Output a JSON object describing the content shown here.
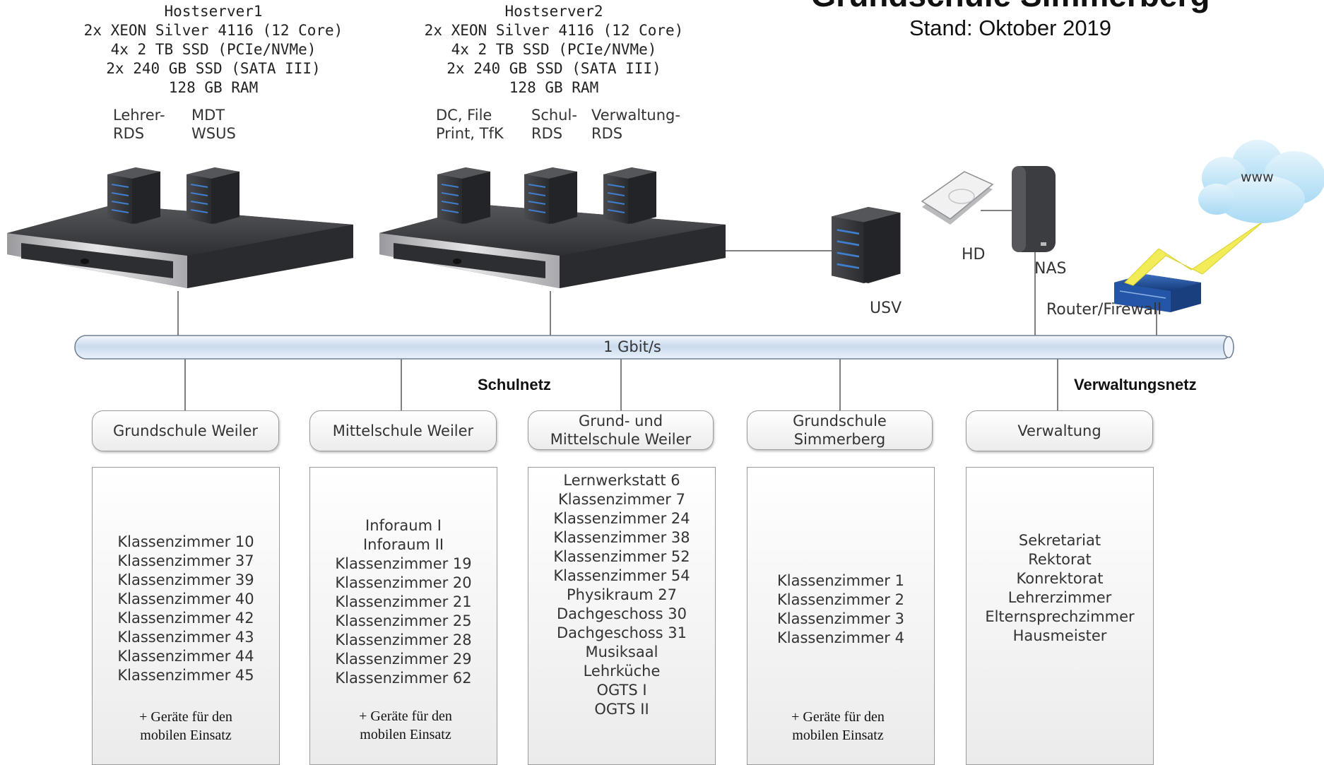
{
  "header": {
    "title": "Grundschule Simmerberg",
    "stand": "Stand: Oktober 2019"
  },
  "servers": [
    {
      "name": "Hostserver1",
      "cpu": "2x XEON Silver 4116 (12 Core)",
      "ssd_nvme": "4x 2 TB SSD (PCIe/NVMe)",
      "ssd_sata": "2x 240 GB SSD (SATA III)",
      "ram": "128 GB RAM",
      "vms": [
        {
          "line1": "Lehrer-",
          "line2": "RDS"
        },
        {
          "line1": "MDT",
          "line2": "WSUS"
        }
      ]
    },
    {
      "name": "Hostserver2",
      "cpu": "2x XEON Silver 4116 (12 Core)",
      "ssd_nvme": "4x 2 TB SSD (PCIe/NVMe)",
      "ssd_sata": "2x 240 GB SSD (SATA III)",
      "ram": "128 GB RAM",
      "vms": [
        {
          "line1": "DC, File",
          "line2": "Print, TfK"
        },
        {
          "line1": "Schul-",
          "line2": "RDS"
        },
        {
          "line1": "Verwaltung-",
          "line2": "RDS"
        }
      ]
    }
  ],
  "devices": {
    "usv": "USV",
    "hd": "HD",
    "nas": "NAS",
    "router": "Router/Firewall",
    "cloud": "www"
  },
  "bus": {
    "label": "1 Gbit/s"
  },
  "networks": {
    "schulnetz": "Schulnetz",
    "verwaltungsnetz": "Verwaltungsnetz"
  },
  "sites": [
    {
      "name": "Grundschule Weiler",
      "rooms": [
        "Klassenzimmer 10",
        "Klassenzimmer 37",
        "Klassenzimmer 39",
        "Klassenzimmer 40",
        "Klassenzimmer 42",
        "Klassenzimmer 43",
        "Klassenzimmer 44",
        "Klassenzimmer 45"
      ],
      "mobile_line1": "+ Geräte für den",
      "mobile_line2": "mobilen Einsatz"
    },
    {
      "name": "Mittelschule Weiler",
      "rooms": [
        "Inforaum I",
        "Inforaum II",
        "Klassenzimmer 19",
        "Klassenzimmer 20",
        "Klassenzimmer 21",
        "Klassenzimmer 25",
        "Klassenzimmer 28",
        "Klassenzimmer 29",
        "Klassenzimmer 62"
      ],
      "mobile_line1": "+ Geräte für den",
      "mobile_line2": "mobilen Einsatz"
    },
    {
      "name": "Grund- und Mittelschule Weiler",
      "rooms": [
        "Lernwerkstatt 6",
        "Klassenzimmer 7",
        "Klassenzimmer 24",
        "Klassenzimmer 38",
        "Klassenzimmer 52",
        "Klassenzimmer 54",
        "Physikraum 27",
        "Dachgeschoss 30",
        "Dachgeschoss 31",
        "Musiksaal",
        "Lehrküche",
        "OGTS I",
        "OGTS II"
      ],
      "mobile_line1": "",
      "mobile_line2": ""
    },
    {
      "name": "Grundschule Simmerberg",
      "rooms": [
        "Klassenzimmer 1",
        "Klassenzimmer 2",
        "Klassenzimmer 3",
        "Klassenzimmer 4"
      ],
      "mobile_line1": "+ Geräte für den",
      "mobile_line2": "mobilen Einsatz"
    },
    {
      "name": "Verwaltung",
      "rooms": [
        "Sekretariat",
        "Rektorat",
        "Konrektorat",
        "Lehrerzimmer",
        "Elternsprechzimmer",
        "Hausmeister"
      ],
      "mobile_line1": "",
      "mobile_line2": ""
    }
  ],
  "colors": {
    "server_body": "#3a3a3d",
    "server_silver": "#c9c9cc",
    "router_blue": "#1f4f9a",
    "bus_blue": "#dbe7f3",
    "cloud": "#bfe3f6",
    "lightning": "#f2ec58"
  }
}
